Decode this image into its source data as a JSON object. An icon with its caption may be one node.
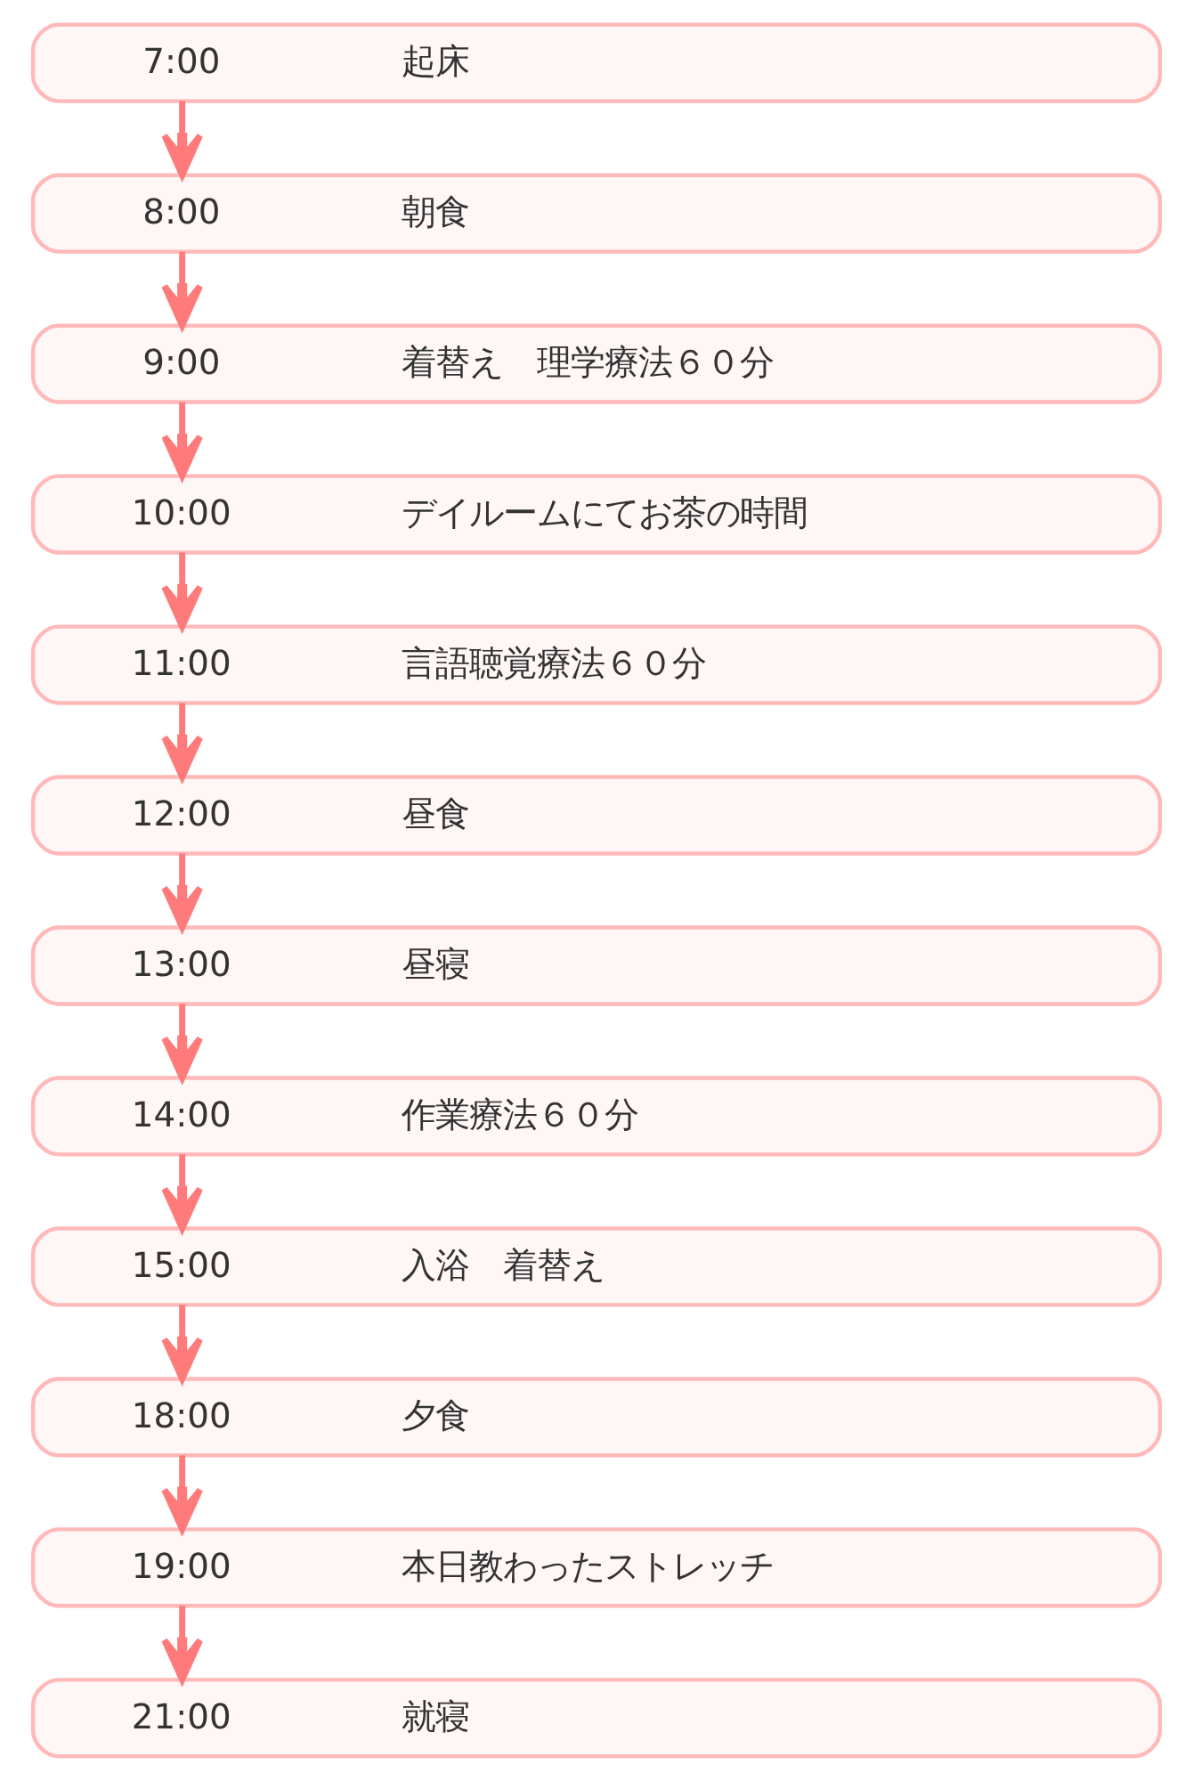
{
  "diagram": {
    "nodes": [
      {
        "text": [
          "7:00",
          "起床"
        ]
      },
      {
        "text": [
          "8:00",
          "朝食"
        ]
      },
      {
        "text": [
          "9:00",
          "着替え　理学療法６０分"
        ]
      },
      {
        "text": [
          "10:00",
          "デイルームにてお茶の時間"
        ]
      },
      {
        "text": [
          "11:00",
          "言語聴覚療法６０分"
        ]
      },
      {
        "text": [
          "12:00",
          "昼食"
        ]
      },
      {
        "text": [
          "13:00",
          "昼寝"
        ]
      },
      {
        "text": [
          "14:00",
          "作業療法６０分"
        ]
      },
      {
        "text": [
          "15:00",
          "入浴　着替え"
        ]
      },
      {
        "text": [
          "18:00",
          "夕食"
        ]
      },
      {
        "text": [
          "19:00",
          "本日教わったストレッチ"
        ]
      },
      {
        "text": [
          "21:00",
          "就寝"
        ]
      }
    ],
    "edges": [
      {
        "from": 0,
        "to": 1,
        "arrow": "to"
      },
      {
        "from": 1,
        "to": 2,
        "arrow": "to"
      },
      {
        "from": 2,
        "to": 3,
        "arrow": "to"
      },
      {
        "from": 3,
        "to": 4,
        "arrow": "to"
      },
      {
        "from": 4,
        "to": 5,
        "arrow": "to"
      },
      {
        "from": 5,
        "to": 6,
        "arrow": "to"
      },
      {
        "from": 6,
        "to": 7,
        "arrow": "to"
      },
      {
        "from": 7,
        "to": 8,
        "arrow": "to"
      },
      {
        "from": 8,
        "to": 9,
        "arrow": "to"
      },
      {
        "from": 9,
        "to": 10,
        "arrow": "to"
      },
      {
        "from": 10,
        "to": 11,
        "arrow": "to"
      }
    ]
  }
}
